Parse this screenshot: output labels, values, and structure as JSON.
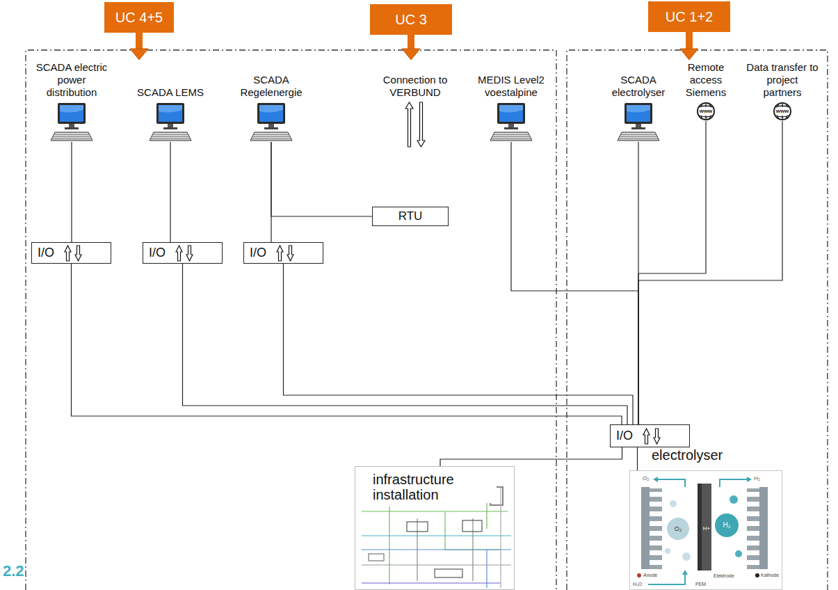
{
  "diagram": {
    "nodes": [
      {
        "text": [
          "UC 4+5"
        ]
      },
      {
        "text": [
          "UC 3"
        ]
      },
      {
        "text": [
          "UC 1+2"
        ]
      },
      {
        "text": [
          "SCADA electric power distribution"
        ]
      },
      {
        "text": [
          "SCADA LEMS"
        ]
      },
      {
        "text": [
          "SCADA Regelenergie"
        ]
      },
      {
        "text": [
          "Connection to VERBUND"
        ]
      },
      {
        "text": [
          "MEDIS Level2 voestalpine"
        ]
      },
      {
        "text": [
          "SCADA electrolyser"
        ]
      },
      {
        "text": [
          "Remote access Siemens"
        ]
      },
      {
        "text": [
          "Data transfer to project partners"
        ]
      },
      {
        "text": [
          "RTU"
        ]
      },
      {
        "text": [
          "I/O"
        ]
      },
      {
        "text": [
          "I/O"
        ]
      },
      {
        "text": [
          "I/O"
        ]
      },
      {
        "text": [
          "I/O"
        ]
      },
      {
        "text": [
          "infrastructure installation"
        ]
      },
      {
        "text": [
          "electrolyser"
        ]
      }
    ],
    "edges": [
      {
        "from": 0,
        "to": 4,
        "arrow": "to"
      },
      {
        "from": 1,
        "to": 6,
        "arrow": "to"
      },
      {
        "from": 2,
        "to": 9,
        "arrow": "to"
      },
      {
        "from": 3,
        "to": 12,
        "arrow": "none"
      },
      {
        "from": 4,
        "to": 13,
        "arrow": "none"
      },
      {
        "from": 5,
        "to": 14,
        "arrow": "none"
      },
      {
        "from": 5,
        "to": 11,
        "arrow": "none"
      },
      {
        "from": 7,
        "to": 15,
        "arrow": "none"
      },
      {
        "from": 8,
        "to": 15,
        "arrow": "none"
      },
      {
        "from": 9,
        "to": 15,
        "arrow": "none"
      },
      {
        "from": 10,
        "to": 15,
        "arrow": "none"
      },
      {
        "from": 12,
        "to": 15,
        "arrow": "none"
      },
      {
        "from": 13,
        "to": 15,
        "arrow": "none"
      },
      {
        "from": 14,
        "to": 15,
        "arrow": "none"
      },
      {
        "from": 15,
        "to": 16,
        "arrow": "none"
      },
      {
        "from": 15,
        "to": 17,
        "arrow": "none"
      }
    ],
    "labels": [
      "2.2",
      "www",
      "www",
      "O₂",
      "H₂",
      "O₂",
      "H+",
      "H₂",
      "Anode",
      "Kathode",
      "Elektrode",
      "PEM",
      "H₂O"
    ]
  }
}
